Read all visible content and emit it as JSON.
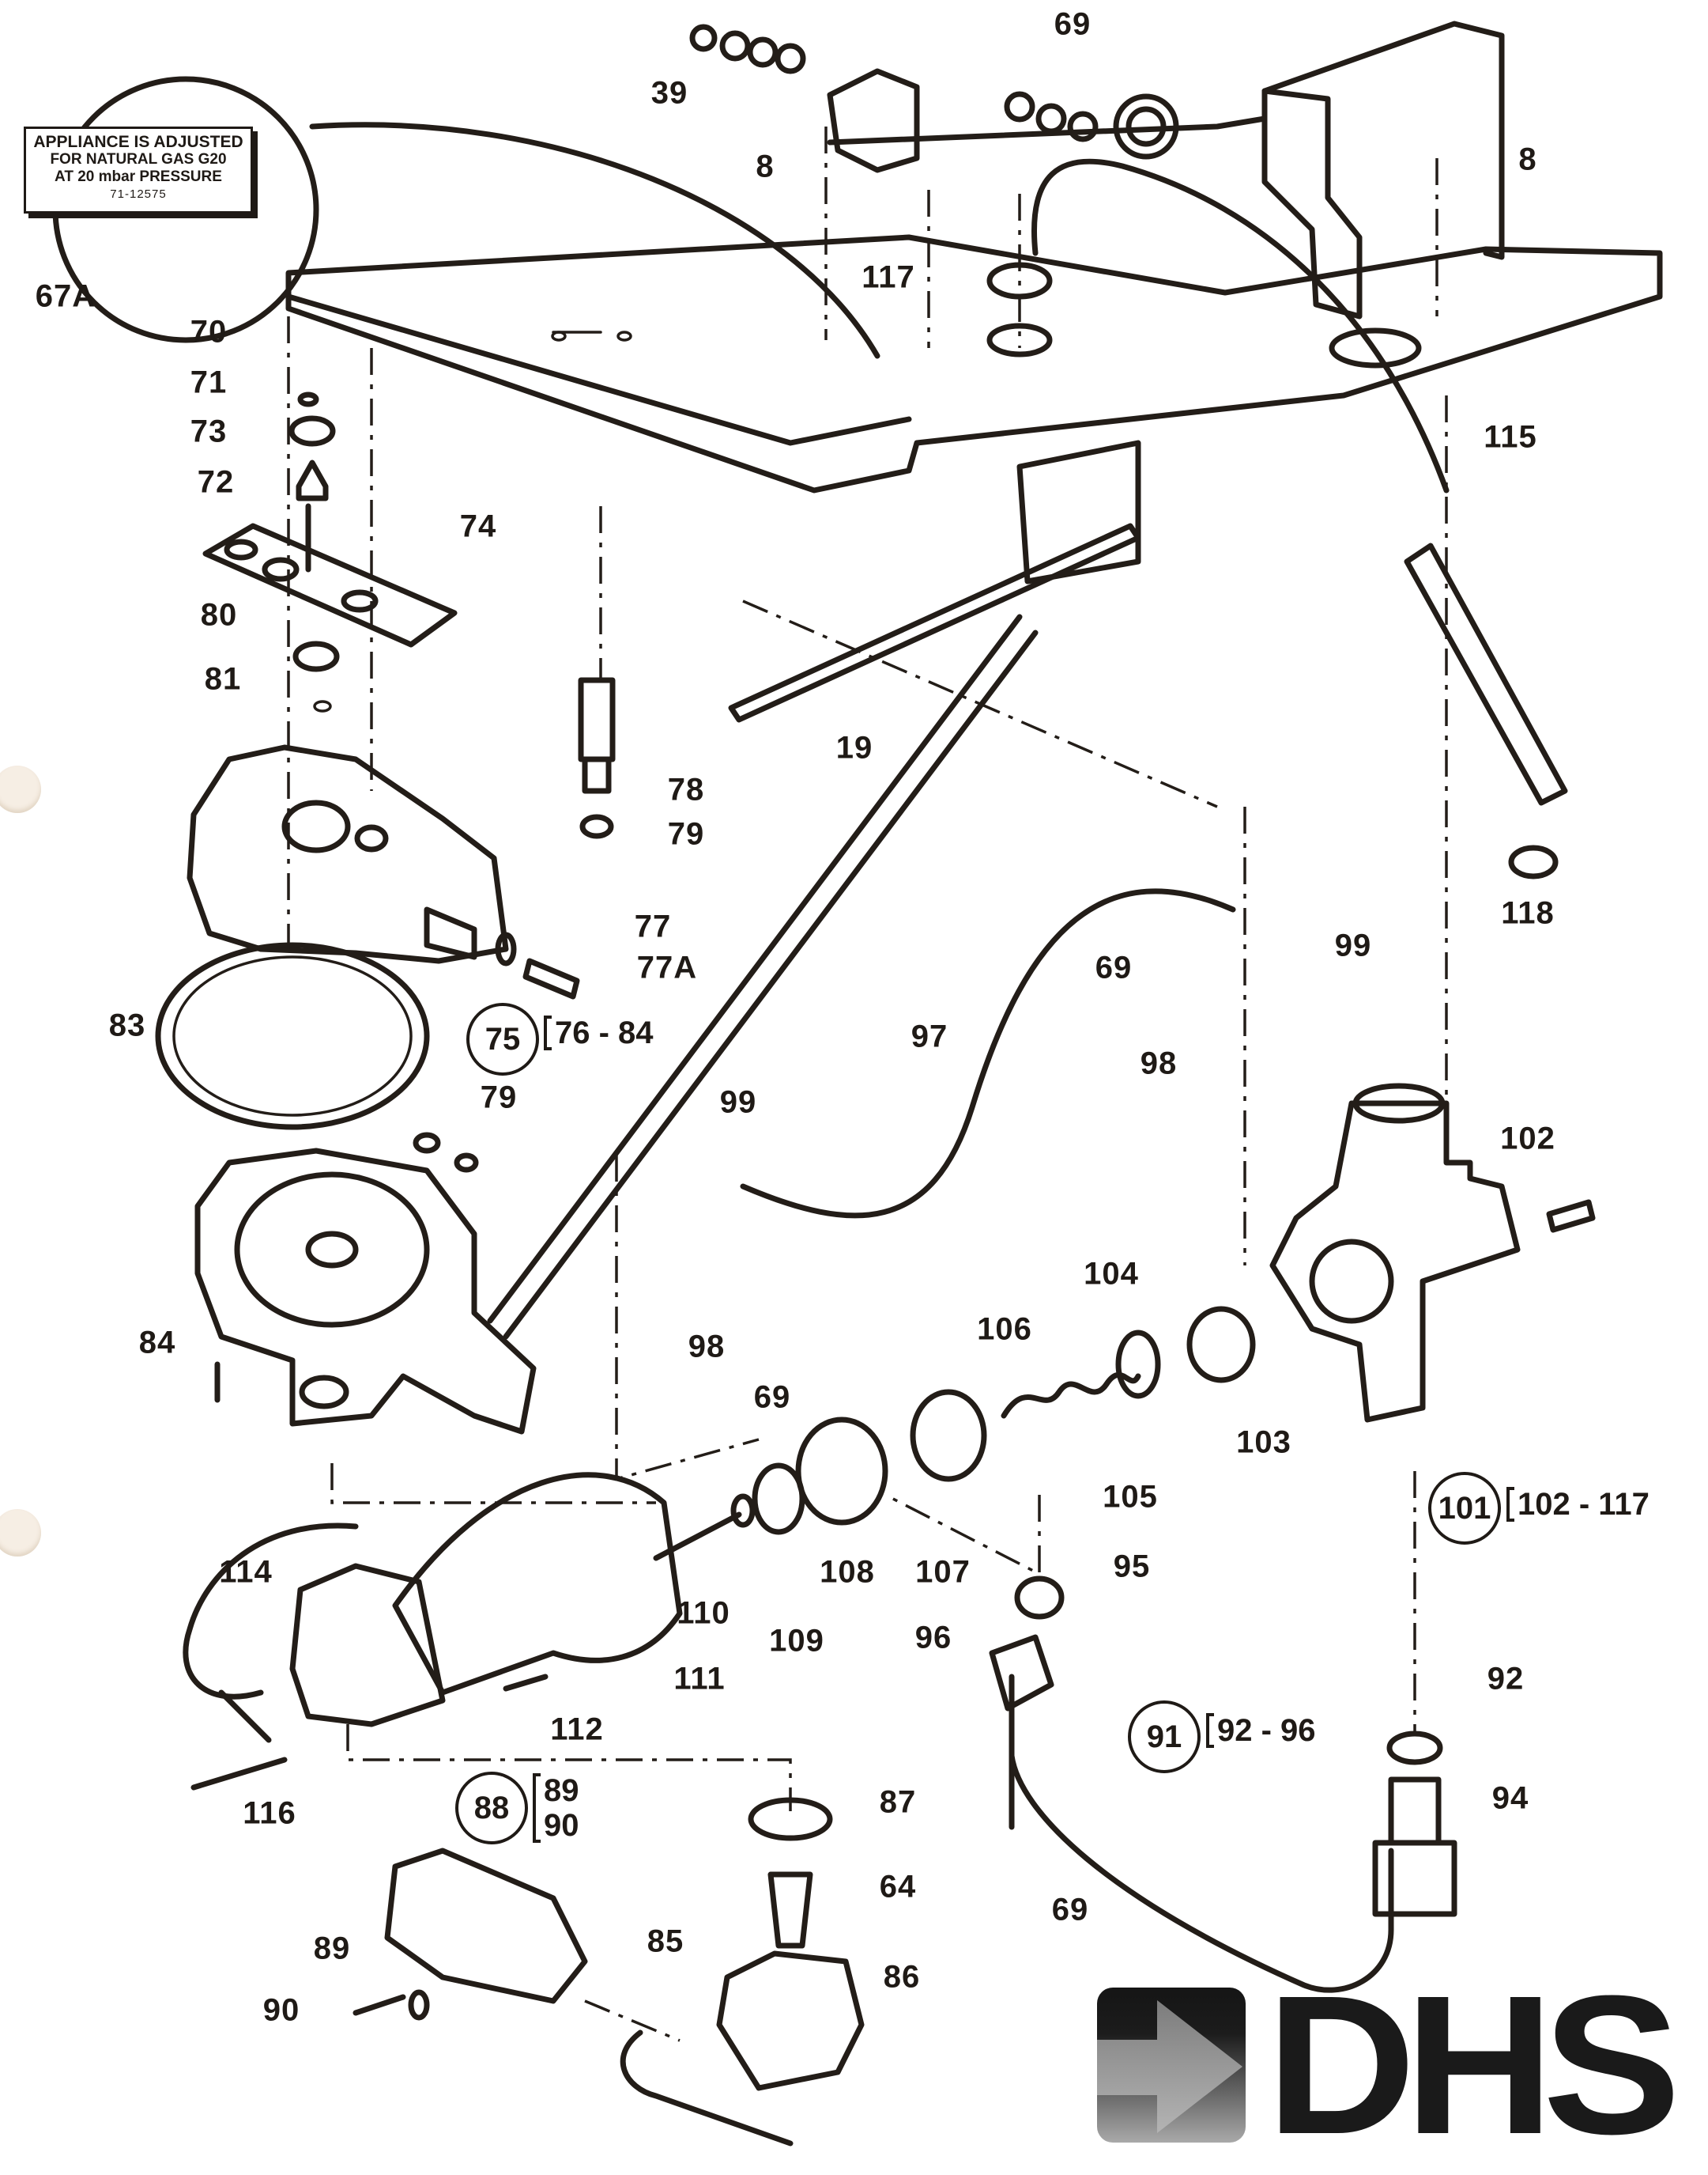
{
  "document": {
    "type": "exploded parts diagram",
    "subject": "gas water heater gas valve / burner assembly",
    "brand_logo": {
      "text": "DHS",
      "icon": "right-arrow-icon",
      "colors": {
        "wordmark": "#1a1a1a",
        "box_top": "#151515",
        "box_bottom": "#a9a9a9",
        "arrow": "#9a9a9a"
      }
    }
  },
  "appliance_label": {
    "callout": "67A",
    "lines": [
      "APPLIANCE IS ADJUSTED",
      "FOR NATURAL GAS G20",
      "AT 20 mbar PRESSURE",
      "71-12575"
    ]
  },
  "callouts": [
    {
      "id": "c39",
      "text": "39"
    },
    {
      "id": "c69a",
      "text": "69"
    },
    {
      "id": "c8a",
      "text": "8"
    },
    {
      "id": "c8b",
      "text": "8"
    },
    {
      "id": "c117",
      "text": "117"
    },
    {
      "id": "c70",
      "text": "70"
    },
    {
      "id": "c71",
      "text": "71"
    },
    {
      "id": "c73",
      "text": "73"
    },
    {
      "id": "c72",
      "text": "72"
    },
    {
      "id": "c74",
      "text": "74"
    },
    {
      "id": "c80",
      "text": "80"
    },
    {
      "id": "c81",
      "text": "81"
    },
    {
      "id": "c19",
      "text": "19"
    },
    {
      "id": "c78",
      "text": "78"
    },
    {
      "id": "c79a",
      "text": "79"
    },
    {
      "id": "c115",
      "text": "115"
    },
    {
      "id": "c118",
      "text": "118"
    },
    {
      "id": "c77",
      "text": "77"
    },
    {
      "id": "c77A",
      "text": "77A"
    },
    {
      "id": "c83",
      "text": "83"
    },
    {
      "id": "c79b",
      "text": "79"
    },
    {
      "id": "c69b",
      "text": "69"
    },
    {
      "id": "c99a",
      "text": "99"
    },
    {
      "id": "c98a",
      "text": "98"
    },
    {
      "id": "c97",
      "text": "97"
    },
    {
      "id": "c99b",
      "text": "99"
    },
    {
      "id": "c102",
      "text": "102"
    },
    {
      "id": "c104",
      "text": "104"
    },
    {
      "id": "c106",
      "text": "106"
    },
    {
      "id": "c98b",
      "text": "98"
    },
    {
      "id": "c69c",
      "text": "69"
    },
    {
      "id": "c84",
      "text": "84"
    },
    {
      "id": "c103",
      "text": "103"
    },
    {
      "id": "c105",
      "text": "105"
    },
    {
      "id": "c108",
      "text": "108"
    },
    {
      "id": "c107",
      "text": "107"
    },
    {
      "id": "c95",
      "text": "95"
    },
    {
      "id": "c110",
      "text": "110"
    },
    {
      "id": "c109",
      "text": "109"
    },
    {
      "id": "c114",
      "text": "114"
    },
    {
      "id": "c111",
      "text": "111"
    },
    {
      "id": "c96",
      "text": "96"
    },
    {
      "id": "c112",
      "text": "112"
    },
    {
      "id": "c116",
      "text": "116"
    },
    {
      "id": "c92",
      "text": "92"
    },
    {
      "id": "c87",
      "text": "87"
    },
    {
      "id": "c94",
      "text": "94"
    },
    {
      "id": "c64",
      "text": "64"
    },
    {
      "id": "c69d",
      "text": "69"
    },
    {
      "id": "c89",
      "text": "89"
    },
    {
      "id": "c85",
      "text": "85"
    },
    {
      "id": "c86",
      "text": "86"
    },
    {
      "id": "c90",
      "text": "90"
    }
  ],
  "assemblies": [
    {
      "id": "a75",
      "part": "75",
      "range": "76 - 84"
    },
    {
      "id": "a101",
      "part": "101",
      "range": "102 - 117"
    },
    {
      "id": "a91",
      "part": "91",
      "range": "92 - 96"
    },
    {
      "id": "a88",
      "part": "88",
      "includes": [
        "89",
        "90"
      ]
    }
  ]
}
